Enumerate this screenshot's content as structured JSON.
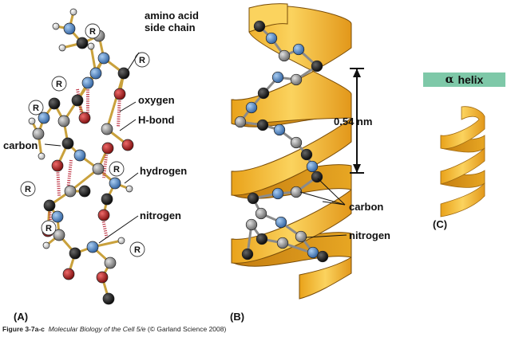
{
  "panel_a": {
    "label": "(A)",
    "side_chain_label": [
      "amino acid",
      "side chain"
    ],
    "oxygen_label": "oxygen",
    "hbond_label": "H-bond",
    "carbon_label": "carbon",
    "hydrogen_label": "hydrogen",
    "nitrogen_label": "nitrogen",
    "r_group": "R"
  },
  "panel_b": {
    "label": "(B)",
    "pitch_label": "0.54 nm",
    "carbon_label": "carbon",
    "nitrogen_label": "nitrogen"
  },
  "panel_c": {
    "label": "(C)",
    "alpha_symbol": "α",
    "helix_word": "helix"
  },
  "caption": {
    "figure": "Figure 3-7a-c",
    "book": "Molecular Biology of the Cell 5/e",
    "copyright": "(© Garland Science 2008)"
  },
  "colors": {
    "carbon": "#111111",
    "nitrogen": "#4f86c6",
    "oxygen": "#b01818",
    "alpha_carbon": "#8c8c8c",
    "hydrogen": "#ffffff",
    "hbond": "#c03a4a",
    "ribbon": "#f0b020",
    "tag": "#7ec8a8"
  }
}
